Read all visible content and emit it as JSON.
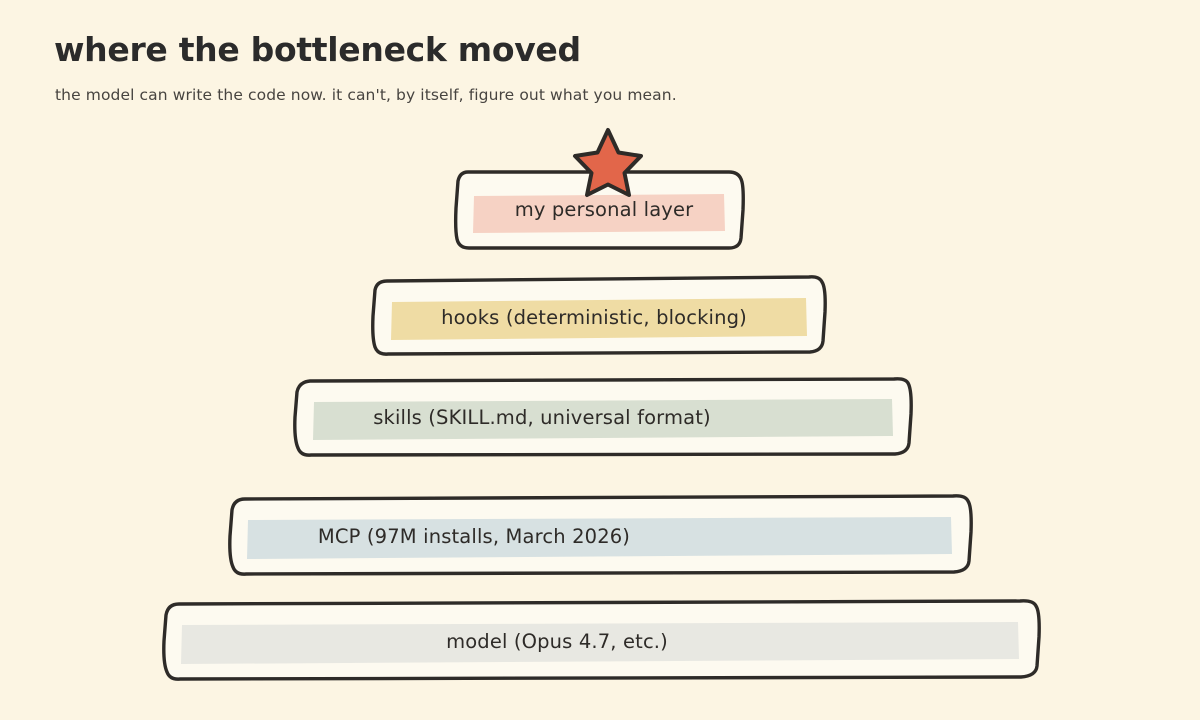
{
  "page": {
    "title": "where the bottleneck moved",
    "subtitle": "the model can write the code now. it can't, by itself, figure out what you mean.",
    "background_color": "#FCF5E3",
    "text_color": "#2B2B2B",
    "ink_color": "#2E2B28"
  },
  "diagram": {
    "type": "pyramid-stack",
    "marker": {
      "name": "star-marker",
      "shape": "5-point-star",
      "fill": "#E2664A",
      "outline": "#2E2B28",
      "attached_to_layer": 0
    },
    "layers": [
      {
        "label": "my personal layer",
        "band_color": "#F6D2C4",
        "card_fill": "#FDFAF0",
        "outline": "#2E2B28",
        "level": 1,
        "starred": true
      },
      {
        "label": "hooks (deterministic, blocking)",
        "band_color": "#EFDCA4",
        "card_fill": "#FDFAF0",
        "outline": "#2E2B28",
        "level": 2,
        "starred": false
      },
      {
        "label": "skills (SKILL.md, universal format)",
        "band_color": "#D8DFD1",
        "card_fill": "#FDFAF0",
        "outline": "#2E2B28",
        "level": 3,
        "starred": false
      },
      {
        "label": "MCP (97M installs, March 2026)",
        "band_color": "#D7E1E2",
        "card_fill": "#FDFAF0",
        "outline": "#2E2B28",
        "level": 4,
        "starred": false
      },
      {
        "label": "model (Opus 4.7, etc.)",
        "band_color": "#E8E8E2",
        "card_fill": "#FDFAF0",
        "outline": "#2E2B28",
        "level": 5,
        "starred": false
      }
    ]
  }
}
